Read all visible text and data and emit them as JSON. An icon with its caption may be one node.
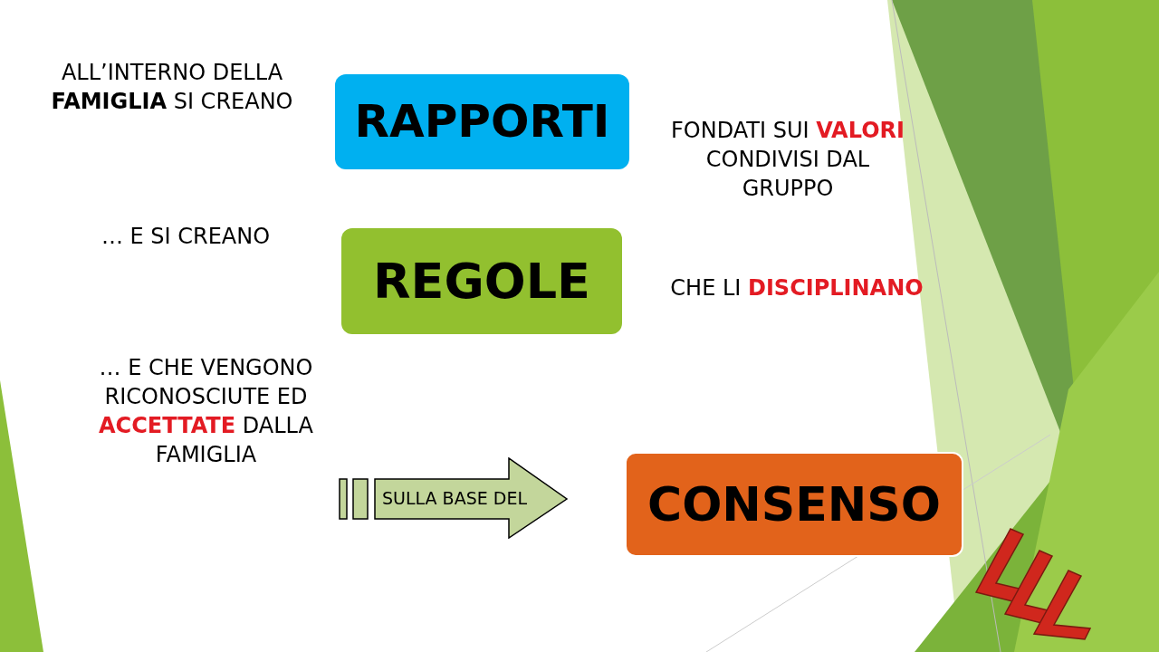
{
  "diagram": {
    "nodes": [
      {
        "text": [
          "RAPPORTI"
        ]
      },
      {
        "text": [
          "REGOLE"
        ]
      },
      {
        "text": [
          "SULLA BASE DEL"
        ]
      },
      {
        "text": [
          "CONSENSO"
        ]
      }
    ],
    "edges": [],
    "labels": [
      "ALL’INTERNO DELLA **FAMIGLIA** SI CREANO",
      "FONDATI SUI **VALORI** CONDIVISI DAL GRUPPO",
      "… E SI CREANO",
      "CHE LI **DISCIPLINANO**",
      "… E CHE VENGONO RICONOSCIUTE ED **ACCETTATE** DALLA FAMIGLIA"
    ]
  }
}
